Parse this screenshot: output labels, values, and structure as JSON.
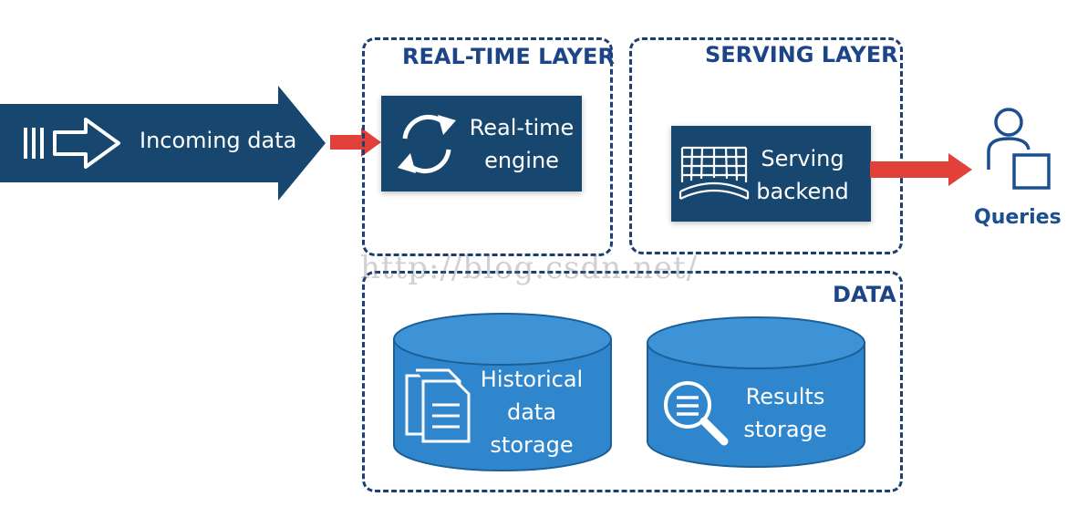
{
  "labels": {
    "incoming": "Incoming data",
    "realtime_layer": "REAL-TIME LAYER",
    "serving_layer": "SERVING LAYER",
    "data_layer": "DATA",
    "realtime_engine": "Real-time\nengine",
    "serving_backend": "Serving\nbackend",
    "historical_storage": "Historical\ndata\nstorage",
    "results_storage": "Results\nstorage",
    "queries": "Queries",
    "watermark": "http://blog.csdn.net/"
  },
  "colors": {
    "dark_navy": "#17466f",
    "dashed_border": "#1c3f73",
    "title_blue": "#1c4587",
    "cylinder_blue": "#2f86cc",
    "cylinder_top": "#3d93d6",
    "arrow_red": "#e2413a"
  },
  "icons": {
    "incoming": "incoming-arrow-icon",
    "engine": "refresh-cycle-icon",
    "backend": "grid-stadium-icon",
    "historical": "documents-stack-icon",
    "results": "magnifier-list-icon",
    "queries": "user-icon"
  }
}
